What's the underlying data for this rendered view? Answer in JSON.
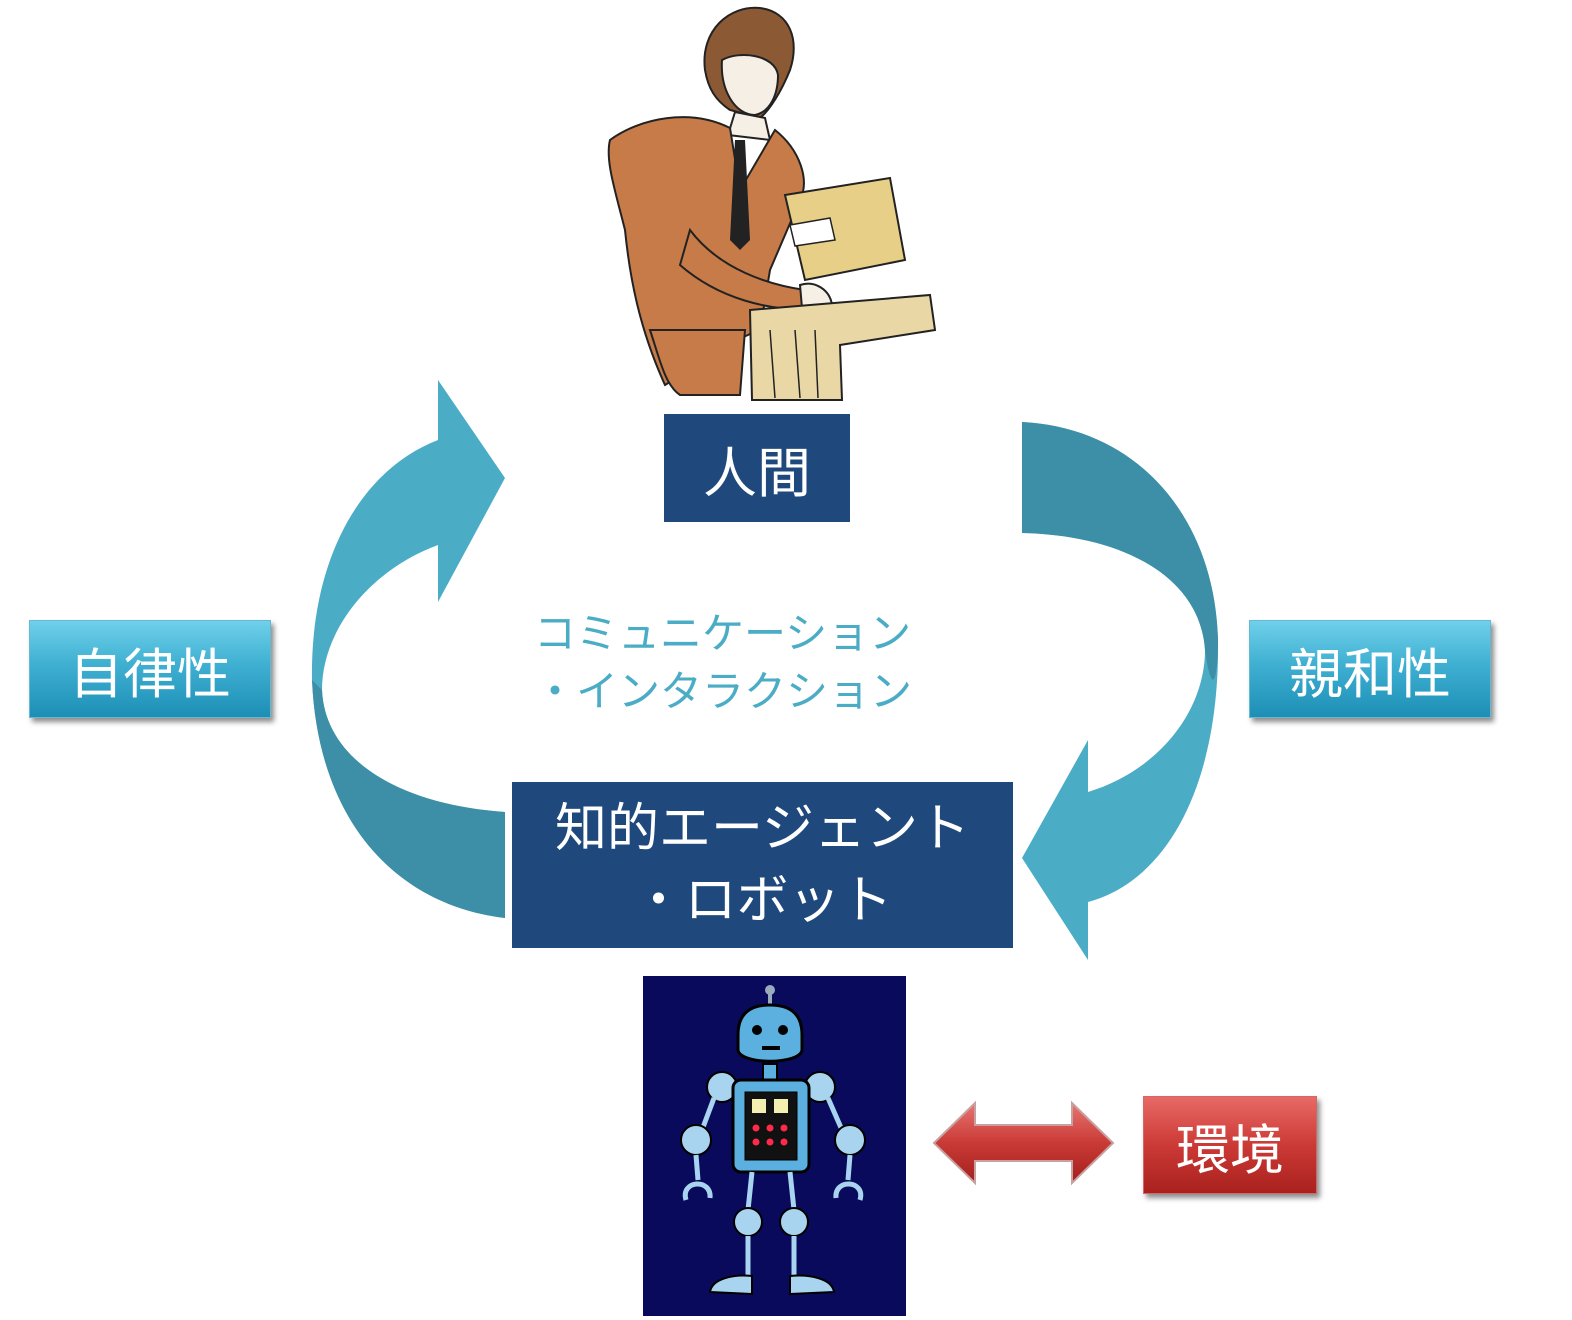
{
  "human_label": "人間",
  "agent_label_line1": "知的エージェント",
  "agent_label_line2": "・ロボット",
  "autonomy_label": "自律性",
  "affinity_label": "親和性",
  "environment_label": "環境",
  "center_text_line1": "コミュニケーション",
  "center_text_line2": "・インタラクション",
  "colors": {
    "navy_box": "#1f497d",
    "arrow_teal": "#4bacc6",
    "arrow_teal_dark": "#3a8aa0",
    "center_text": "#4bacc6",
    "env_red": "#c0504d",
    "robot_bg": "#0a0a5c",
    "robot_blue": "#5bb0e0"
  },
  "icons": {
    "human": "businesswoman-clipart-icon",
    "robot": "robot-clipart-icon",
    "bidirectional_arrow": "double-arrow-icon"
  }
}
